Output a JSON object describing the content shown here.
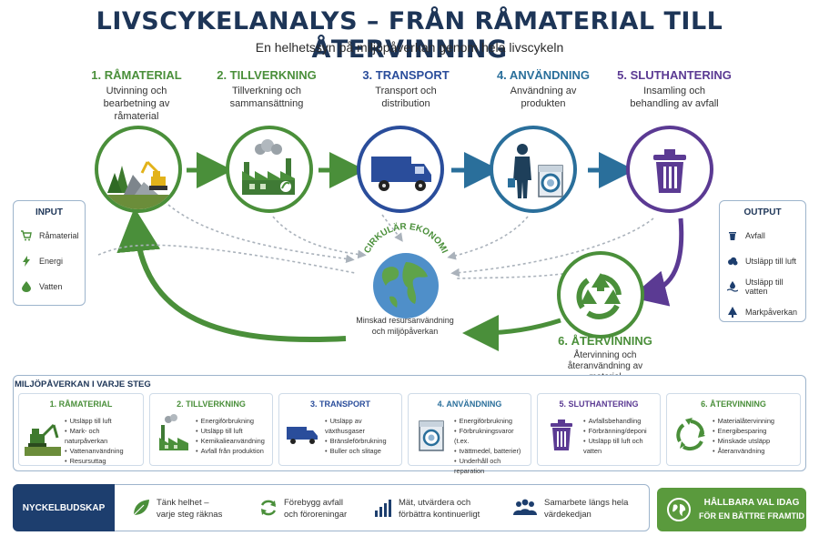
{
  "header": {
    "title": "LIVSCYKELANALYS – FRÅN RÅMATERIAL TILL ÅTERVINNING",
    "subtitle": "En helhetssyn på miljöpåverkan genom hela livscykeln"
  },
  "steps": [
    {
      "title": "1. RÅMATERIAL",
      "desc": "Utvinning och bearbetning av råmaterial",
      "color": "#4a8f3a"
    },
    {
      "title": "2. TILLVERKNING",
      "desc": "Tillverkning och sammansättning",
      "color": "#4a8f3a"
    },
    {
      "title": "3. TRANSPORT",
      "desc": "Transport och distribution",
      "color": "#2a4d9b"
    },
    {
      "title": "4. ANVÄNDNING",
      "desc": "Användning av produkten",
      "color": "#2a6f9b"
    },
    {
      "title": "5. SLUTHANTERING",
      "desc": "Insamling och behandling av avfall",
      "color": "#5b3a93"
    },
    {
      "title": "6. ÅTERVINNING",
      "desc": "Återvinning och återanvändning av material",
      "color": "#4a8f3a"
    }
  ],
  "input": {
    "title": "INPUT",
    "items": [
      "Råmaterial",
      "Energi",
      "Vatten"
    ]
  },
  "output": {
    "title": "OUTPUT",
    "items": [
      "Avfall",
      "Utsläpp till luft",
      "Utsläpp till vatten",
      "Markpåverkan"
    ]
  },
  "circular": {
    "title": "CIRKULÄR EKONOMI",
    "caption": "Minskad resursanvändning och miljöpåverkan"
  },
  "impact": {
    "title": "MILJÖPÅVERKAN I VARJE STEG",
    "cards": [
      {
        "title": "1. RÅMATERIAL",
        "color": "#4a8f3a",
        "items": [
          "Utsläpp till luft",
          "Mark- och naturpåverkan",
          "Vattenanvändning",
          "Resursuttag"
        ]
      },
      {
        "title": "2. TILLVERKNING",
        "color": "#4a8f3a",
        "items": [
          "Energiförbrukning",
          "Utsläpp till luft",
          "Kemikalieanvändning",
          "Avfall från produktion"
        ]
      },
      {
        "title": "3. TRANSPORT",
        "color": "#2a4d9b",
        "items": [
          "Utsläpp av växthusgaser",
          "Bränsleförbrukning",
          "Buller och slitage"
        ]
      },
      {
        "title": "4. ANVÄNDNING",
        "color": "#2a6f9b",
        "items": [
          "Energiförbrukning",
          "Förbrukningsvaror (t.ex.",
          "tvättmedel, batterier)",
          "Underhåll och reparation"
        ]
      },
      {
        "title": "5. SLUTHANTERING",
        "color": "#5b3a93",
        "items": [
          "Avfallsbehandling",
          "Förbränning/deponi",
          "Utsläpp till luft och vatten"
        ]
      },
      {
        "title": "6. ÅTERVINNING",
        "color": "#4a8f3a",
        "items": [
          "Materialåtervinning",
          "Energibesparing",
          "Minskade utsläpp",
          "Återanvändning"
        ]
      }
    ]
  },
  "keypoints": {
    "label": "NYCKELBUDSKAP",
    "items": [
      {
        "line1": "Tänk helhet –",
        "line2": "varje steg räknas",
        "icon": "leaf-icon"
      },
      {
        "line1": "Förebygg avfall",
        "line2": "och föroreningar",
        "icon": "cycle-icon"
      },
      {
        "line1": "Mät, utvärdera och",
        "line2": "förbättra kontinuerligt",
        "icon": "bar-chart-icon"
      },
      {
        "line1": "Samarbete längs hela",
        "line2": "värdekedjan",
        "icon": "people-icon"
      }
    ]
  },
  "cta": {
    "line1": "HÅLLBARA VAL IDAG",
    "line2": "FÖR EN BÄTTRE FRAMTID"
  },
  "colors": {
    "green": "#4a8f3a",
    "blue": "#2a4d9b",
    "teal": "#2a6f9b",
    "purple": "#5b3a93",
    "navy": "#1d3e6e"
  }
}
